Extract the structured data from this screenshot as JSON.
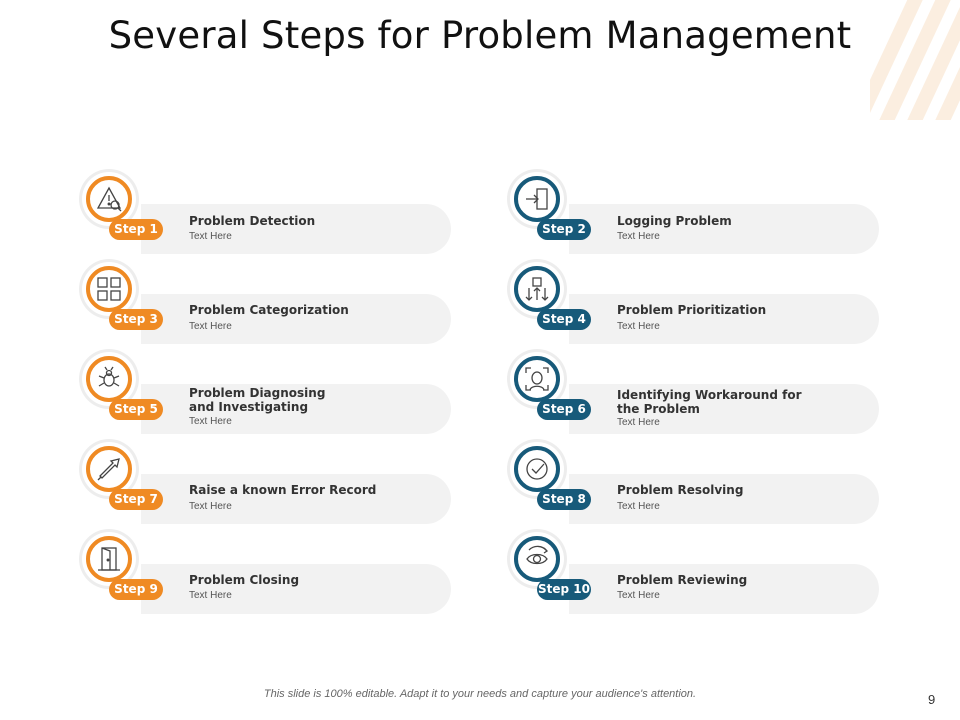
{
  "title": "Several Steps for Problem Management",
  "steps": [
    {
      "badge": "Step 1",
      "title": "Problem Detection",
      "text": "Text Here",
      "color": "orange",
      "icon": "warning-magnifier-icon"
    },
    {
      "badge": "Step 2",
      "title": "Logging Problem",
      "text": "Text Here",
      "color": "blue",
      "icon": "login-door-icon"
    },
    {
      "badge": "Step 3",
      "title": "Problem Categorization",
      "text": "Text Here",
      "color": "orange",
      "icon": "grid-squares-icon"
    },
    {
      "badge": "Step 4",
      "title": "Problem Prioritization",
      "text": "Text Here",
      "color": "blue",
      "icon": "priority-arrows-icon"
    },
    {
      "badge": "Step 5",
      "title": "Problem Diagnosing\nand Investigating",
      "text": "Text Here",
      "color": "orange",
      "icon": "bug-investigation-icon"
    },
    {
      "badge": "Step 6",
      "title": "Identifying  Workaround for\nthe Problem",
      "text": "Text Here",
      "color": "blue",
      "icon": "face-scan-icon"
    },
    {
      "badge": "Step 7",
      "title": "Raise a known Error Record",
      "text": "Text Here",
      "color": "orange",
      "icon": "cursor-arrow-icon"
    },
    {
      "badge": "Step 8",
      "title": "Problem Resolving",
      "text": "Text Here",
      "color": "blue",
      "icon": "check-circle-icon"
    },
    {
      "badge": "Step 9",
      "title": "Problem Closing",
      "text": "Text Here",
      "color": "orange",
      "icon": "exit-door-icon"
    },
    {
      "badge": "Step 10",
      "title": "Problem Reviewing",
      "text": "Text Here",
      "color": "blue",
      "icon": "eye-review-icon"
    }
  ],
  "colors": {
    "orange": "#ef8a23",
    "blue": "#175a7a",
    "card": "#f2f2f2"
  },
  "footer": "This slide is 100% editable. Adapt it to your needs and capture your audience's attention.",
  "page_number": "9"
}
